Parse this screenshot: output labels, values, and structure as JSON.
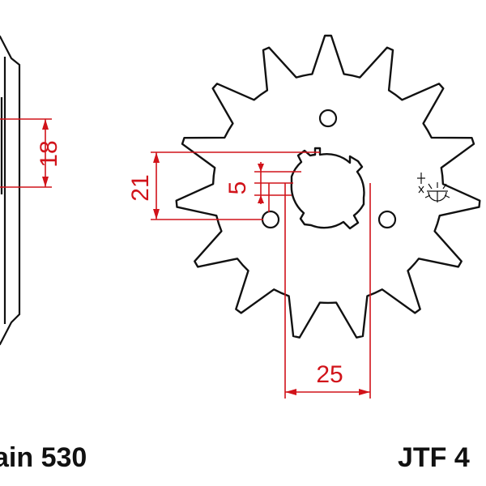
{
  "colors": {
    "outline": "#111111",
    "dimension": "#d1131a",
    "background": "#ffffff"
  },
  "sprocket": {
    "teeth": 15
  },
  "dimensions": {
    "side_width": "18",
    "bolt_circle": "21",
    "spline_step": "5",
    "bore": "25"
  },
  "labels": {
    "chain": "ain 530",
    "part": "JTF 4"
  },
  "icons": {
    "maker_mark": "sun-logo-icon"
  }
}
